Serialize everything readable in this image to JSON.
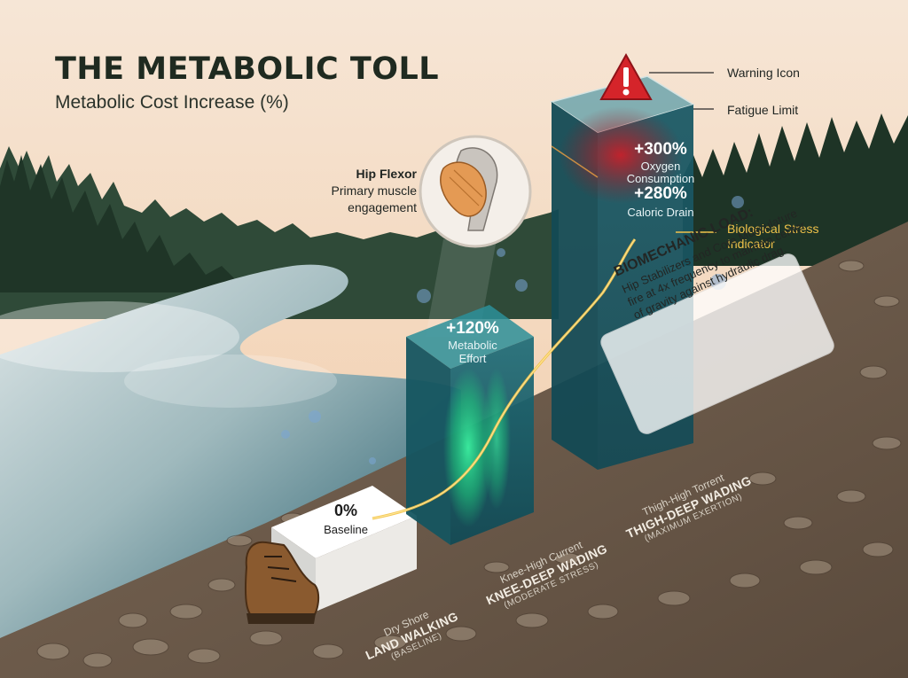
{
  "title": "THE METABOLIC TOLL",
  "subtitle": "Metabolic Cost Increase (%)",
  "callouts": {
    "warning": "Warning Icon",
    "fatigue": "Fatigue Limit",
    "stress_line1": "Biological Stress",
    "stress_line2": "Indicator",
    "hip_title": "Hip Flexor",
    "hip_line1": "Primary muscle",
    "hip_line2": "engagement"
  },
  "annotations": {
    "thigh_pct1": "+300%",
    "thigh_sub1a": "Oxygen",
    "thigh_sub1b": "Consumption",
    "thigh_pct2": "+280%",
    "thigh_sub2": "Caloric Drain",
    "knee_pct": "+120%",
    "knee_sub_a": "Metabolic",
    "knee_sub_b": "Effort",
    "base_pct": "0%",
    "base_sub": "Baseline"
  },
  "biomechanic": {
    "title": "BIOMECHANIC LOAD:",
    "text": "Hip Stabilizers and Core Musculature fire at 4x frequency to maintain center of gravity against hydraulic drag."
  },
  "chart_data": {
    "type": "bar",
    "title": "THE METABOLIC TOLL",
    "ylabel": "Metabolic Cost Increase (%)",
    "categories": [
      "Dry Shore",
      "Knee-High Current",
      "Thigh-High Torrent"
    ],
    "condition_labels": [
      "LAND WALKING",
      "KNEE-DEEP WADING",
      "THIGH-DEEP WADING"
    ],
    "condition_notes": [
      "(BASELINE)",
      "(MODERATE STRESS)",
      "(MAXIMUM EXERTION)"
    ],
    "values": [
      0,
      120,
      300
    ],
    "secondary_values": [
      {
        "category": "Thigh-High Torrent",
        "label": "Caloric Drain",
        "value": 280
      }
    ],
    "ylim": [
      0,
      300
    ],
    "colors": {
      "baseline": "#f2f2f0",
      "knee": "#1f7f86",
      "thigh": "#1e6f7a",
      "glow_green": "#2de08a",
      "warning": "#d5242a",
      "stress_line": "#f3c34b"
    }
  }
}
